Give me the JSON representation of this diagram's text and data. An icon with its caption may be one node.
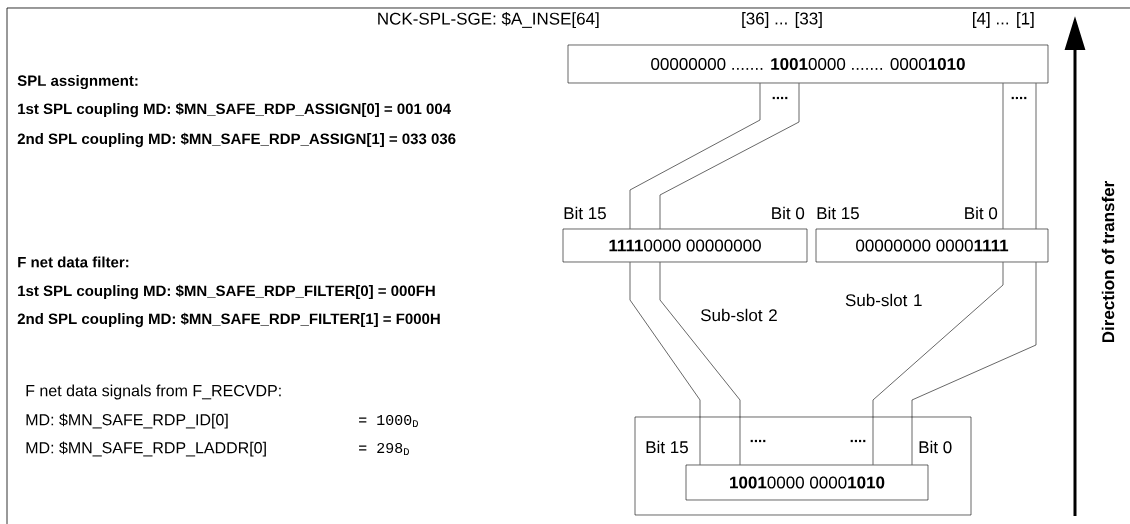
{
  "diagram": {
    "nodes": [
      {
        "text": [
          "00000000 ....... **1001**0000 ....... 0000**1010**"
        ]
      },
      {
        "text": [
          "**1111**0000  00000000"
        ],
        "beside": [
          "Sub-slot 2"
        ]
      },
      {
        "text": [
          "00000000  0000**1111**"
        ],
        "beside": [
          "Sub-slot 1"
        ]
      },
      {
        "text": [],
        "shape": "box"
      },
      {
        "text": [
          "**1001**0000  0000**1010**"
        ],
        "in": 3
      }
    ],
    "edges": [
      {
        "from": 0,
        "to": 1,
        "arrow": "none"
      },
      {
        "from": 0,
        "to": 1,
        "arrow": "none"
      },
      {
        "from": 0,
        "to": 2,
        "arrow": "none"
      },
      {
        "from": 0,
        "to": 2,
        "arrow": "none"
      },
      {
        "from": 1,
        "to": 4,
        "arrow": "none"
      },
      {
        "from": 1,
        "to": 4,
        "arrow": "none"
      },
      {
        "from": 2,
        "to": 4,
        "arrow": "none"
      },
      {
        "from": 2,
        "to": 4,
        "arrow": "none"
      }
    ],
    "labels": [
      "NCK-SPL-SGE: $A_INSE[64]",
      "[36] ... [33]",
      "[4] ... [1]",
      "SPL assignment:",
      "1st SPL coupling MD: $MN_SAFE_RDP_ASSIGN[0] = 001 004",
      "2nd SPL coupling MD: $MN_SAFE_RDP_ASSIGN[1] = 033 036",
      "....",
      "....",
      "Bit 15",
      "Bit 0",
      "Bit 15",
      "Bit 0",
      "F net data filter:",
      "1st SPL coupling MD: $MN_SAFE_RDP_FILTER[0] = 000FH",
      "2nd SPL coupling MD: $MN_SAFE_RDP_FILTER[1] = F000H",
      "Direction of transfer",
      "F net data signals from F_RECVDP:",
      "MD: $MN_SAFE_RDP_ID[0]",
      "= 1000$_{D}$",
      "MD: $MN_SAFE_RDP_LADDR[0]",
      "= 298$_{D}$",
      "Bit 15",
      "....",
      "....",
      "Bit 0"
    ]
  }
}
